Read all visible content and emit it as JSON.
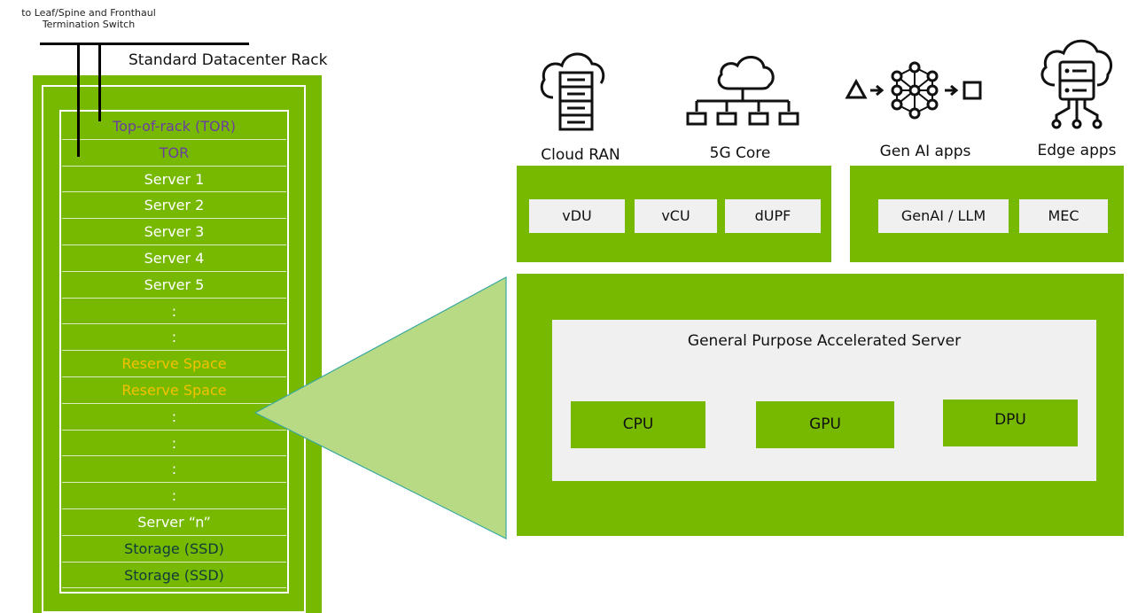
{
  "uplink": {
    "label_line1": "to Leaf/Spine and Fronthaul",
    "label_line2": "Termination Switch"
  },
  "rack": {
    "title": "Standard Datacenter Rack",
    "slots": [
      {
        "label": "Top-of-rack (TOR)",
        "kind": "tor"
      },
      {
        "label": "TOR",
        "kind": "tor"
      },
      {
        "label": "Server 1",
        "kind": "server"
      },
      {
        "label": "Server 2",
        "kind": "server"
      },
      {
        "label": "Server 3",
        "kind": "server"
      },
      {
        "label": "Server 4",
        "kind": "server"
      },
      {
        "label": "Server 5",
        "kind": "server"
      },
      {
        "label": ":",
        "kind": "server"
      },
      {
        "label": ":",
        "kind": "server"
      },
      {
        "label": "Reserve Space",
        "kind": "reserve"
      },
      {
        "label": "Reserve Space",
        "kind": "reserve"
      },
      {
        "label": ":",
        "kind": "server"
      },
      {
        "label": ":",
        "kind": "server"
      },
      {
        "label": ":",
        "kind": "server"
      },
      {
        "label": ":",
        "kind": "server"
      },
      {
        "label": "Server “n”",
        "kind": "server"
      },
      {
        "label": "Storage (SSD)",
        "kind": "storage"
      },
      {
        "label": "Storage (SSD)",
        "kind": "storage"
      }
    ]
  },
  "workloads": {
    "cloud_ran": "Cloud RAN",
    "core_5g": "5G Core",
    "gen_ai": "Gen AI apps",
    "edge": "Edge apps"
  },
  "ran_components": [
    "vDU",
    "vCU",
    "dUPF"
  ],
  "app_components": [
    "GenAI / LLM",
    "MEC"
  ],
  "server": {
    "title": "General Purpose Accelerated Server",
    "processors": [
      "CPU",
      "GPU",
      "DPU"
    ]
  },
  "colors": {
    "nvidia_green": "#76b900",
    "tor_text": "#6b3fa0",
    "reserve_text": "#f5c000",
    "storage_text": "#0f3b3b",
    "chip_bg": "#f0f0f0"
  }
}
